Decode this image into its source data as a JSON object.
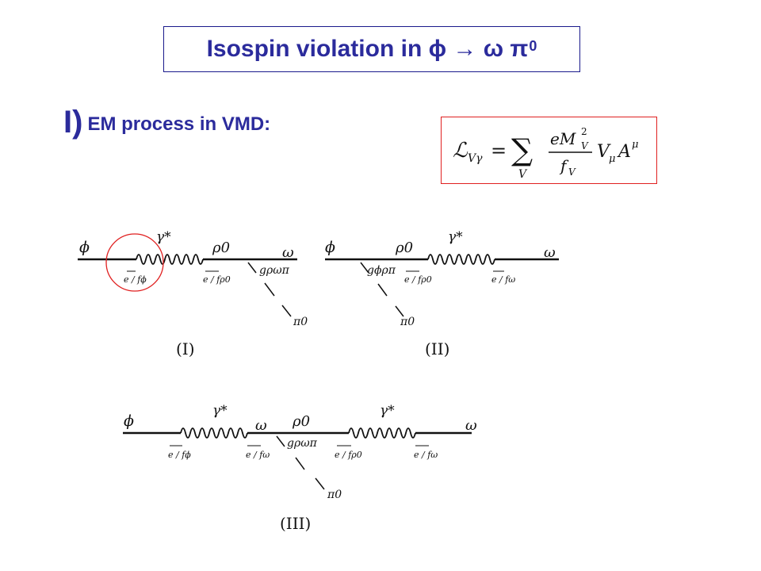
{
  "title": {
    "text": "Isospin violation in ϕ → ω π",
    "superscript": "0"
  },
  "section": {
    "numeral": "I)",
    "label": "EM process in VMD:"
  },
  "lagrangian": {
    "lhs": "ℒ",
    "lhs_sub": "Vγ",
    "equals": "=",
    "sum": "∑",
    "sum_sub": "V",
    "numerator": "eM",
    "numerator_sup": "2",
    "numerator_sub": "V",
    "denominator": "f",
    "denominator_sub": "V",
    "term": "V",
    "term_sub": "μ",
    "field": "A",
    "field_sup": "μ"
  },
  "diagrams": {
    "d1": {
      "caption": "(I)",
      "phi": "ϕ",
      "gamma": "γ*",
      "rho": "ρ0",
      "omega": "ω",
      "coupling1": "e / fϕ",
      "coupling2": "e / fρ0",
      "vertex": "gρωπ",
      "pion": "π0"
    },
    "d2": {
      "caption": "(II)",
      "phi": "ϕ",
      "rho": "ρ0",
      "gamma": "γ*",
      "omega": "ω",
      "vertex": "gϕρπ",
      "coupling1": "e / fρ0",
      "coupling2": "e / fω",
      "pion": "π0"
    },
    "d3": {
      "caption": "(III)",
      "phi": "ϕ",
      "gamma1": "γ*",
      "omega1": "ω",
      "rho": "ρ0",
      "gamma2": "γ*",
      "omega2": "ω",
      "coupling1": "e / fϕ",
      "coupling2": "e / fω",
      "vertex": "gρωπ",
      "coupling3": "e / fρ0",
      "coupling4": "e / fω",
      "pion": "π0"
    }
  },
  "colors": {
    "title": "#2b2b9c",
    "title_border": "#1a1a8c",
    "highlight": "#e02020"
  }
}
